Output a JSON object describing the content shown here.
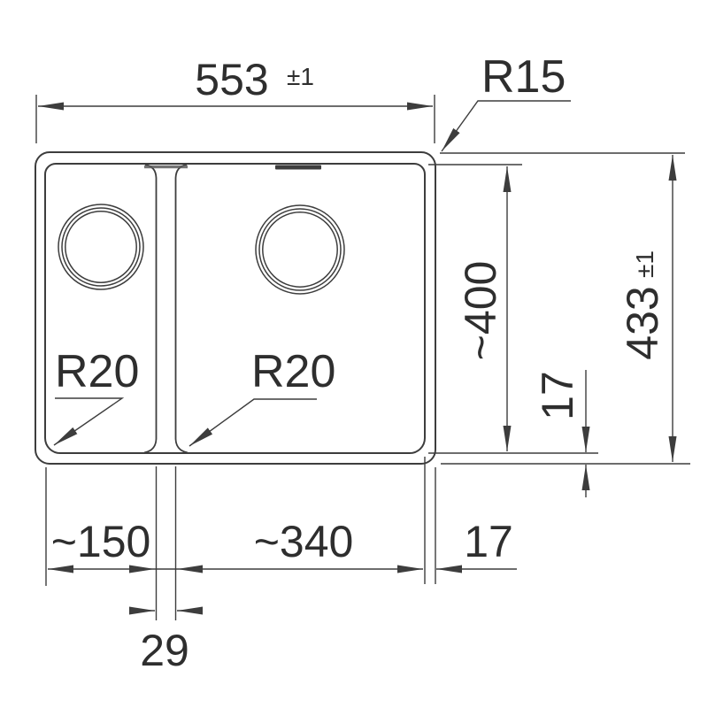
{
  "colors": {
    "line": "#3d3d3d",
    "text": "#2e2e2e",
    "background": "#ffffff"
  },
  "labels": {
    "overall_width": "553",
    "overall_width_tolerance": "±1",
    "corner_radius": "R15",
    "left_bowl_corner_radius": "R20",
    "right_bowl_corner_radius": "R20",
    "bowl_depth": "~400",
    "overall_depth": "433",
    "overall_depth_tolerance": "±1",
    "rim_width_right": "17",
    "left_bowl_width": "~150",
    "right_bowl_width": "~340",
    "rim_width_bottom": "17",
    "divider_width": "29"
  }
}
